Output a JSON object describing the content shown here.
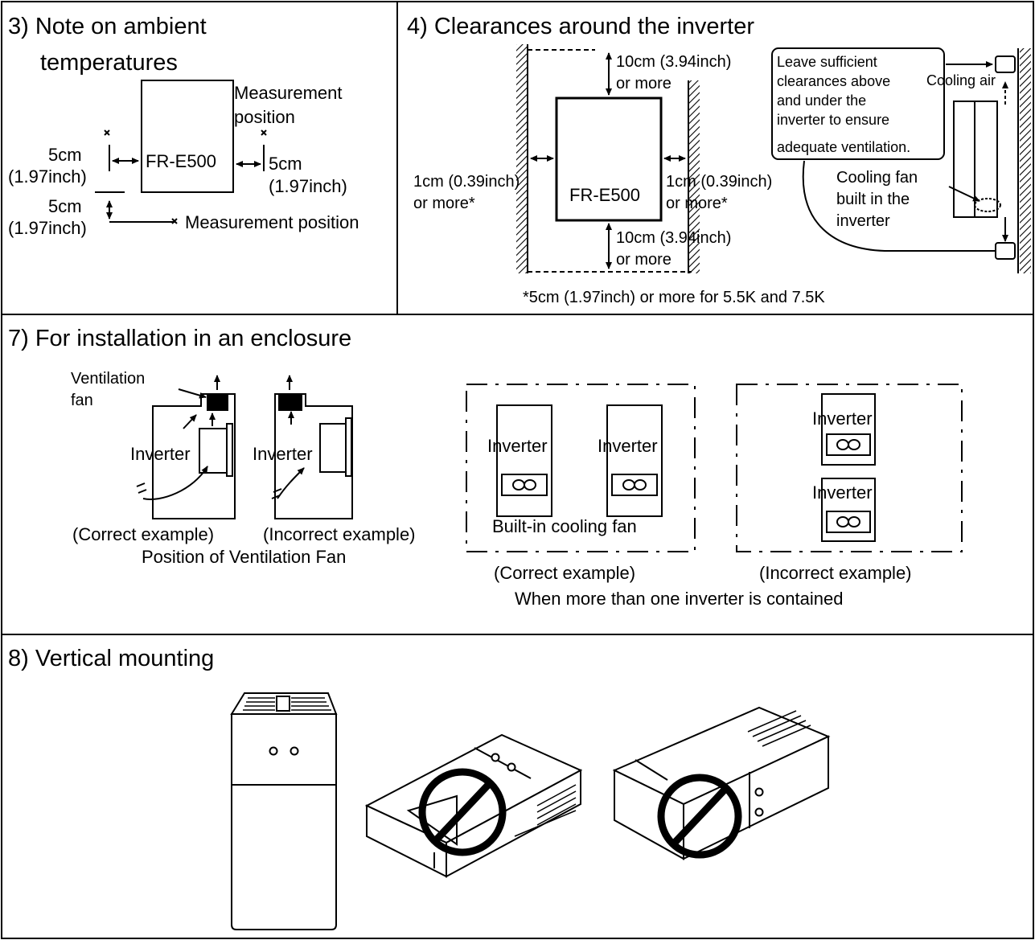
{
  "section3": {
    "heading_line1": "3) Note on ambient",
    "heading_line2": "temperatures",
    "device_label": "FR-E500",
    "measurement_position_top_line1": "Measurement",
    "measurement_position_top_line2": "position",
    "left_clearance_line1": "5cm",
    "left_clearance_line2": "(1.97inch)",
    "right_clearance_line1": "5cm",
    "right_clearance_line2": "(1.97inch)",
    "bottom_clearance_line1": "5cm",
    "bottom_clearance_line2": "(1.97inch)",
    "measurement_position_bottom": "Measurement position"
  },
  "section4": {
    "heading": "4) Clearances around the inverter",
    "top_clearance_line1": "10cm (3.94inch)",
    "top_clearance_line2": "or more",
    "bottom_clearance_line1": "10cm (3.94inch)",
    "bottom_clearance_line2": "or more",
    "left_clearance_line1": "1cm (0.39inch)",
    "left_clearance_line2": "or more*",
    "right_clearance_line1": "1cm (0.39inch)",
    "right_clearance_line2": "or more*",
    "device_label": "FR-E500",
    "callout_lines": [
      "Leave sufficient",
      "clearances above",
      "and under the",
      "inverter to ensure",
      "adequate ventilation."
    ],
    "cooling_air": "Cooling air",
    "cooling_fan_lines": [
      "Cooling fan",
      "built in the",
      "inverter"
    ],
    "footnote": "*5cm (1.97inch) or more for 5.5K and 7.5K"
  },
  "section7": {
    "heading": "7) For installation in an enclosure",
    "ventilation_fan_line1": "Ventilation",
    "ventilation_fan_line2": "fan",
    "inverter": "Inverter",
    "correct_example": "(Correct example)",
    "incorrect_example": "(Incorrect example)",
    "position_caption": "Position of Ventilation Fan",
    "builtin_fan": "Built-in cooling fan",
    "multi_caption": "When more than one inverter is contained"
  },
  "section8": {
    "heading": "8) Vertical mounting"
  },
  "colors": {
    "ink": "#000000",
    "paper": "#ffffff"
  }
}
